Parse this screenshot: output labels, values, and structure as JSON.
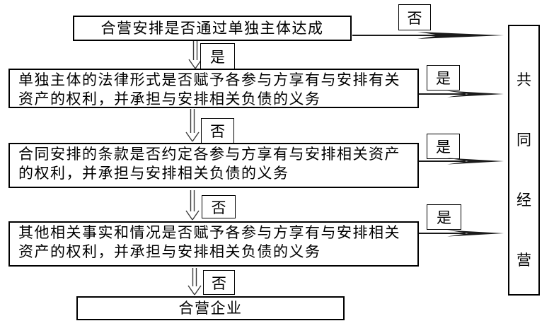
{
  "diagram": {
    "labels": {
      "yes": "是",
      "no": "否"
    },
    "nodes": {
      "q1": "合营安排是否通过单独主体达成",
      "q2": {
        "line1": "单独主体的法律形式是否赋予各参与方享有与安排有关",
        "line2": "资产的权利，并承担与安排相关负债的义务"
      },
      "q3": {
        "line1": "合同安排的条款是否约定各参与方享有与安排相关资产",
        "line2": "的权利，并承担与安排相关负债的义务"
      },
      "q4": {
        "line1": "其他相关事实和情况是否赋予各参与方享有与安排相关",
        "line2": "资产的权利，并承担与安排相关负债的义务"
      },
      "joint_operation": {
        "text": "共同经营",
        "chars": [
          "共",
          "同",
          "经",
          "营"
        ]
      },
      "joint_venture": "合营企业"
    },
    "colors": {
      "background": "#ffffff",
      "line": "#1a1a1a",
      "border": "#000000",
      "text": "#000000"
    }
  }
}
